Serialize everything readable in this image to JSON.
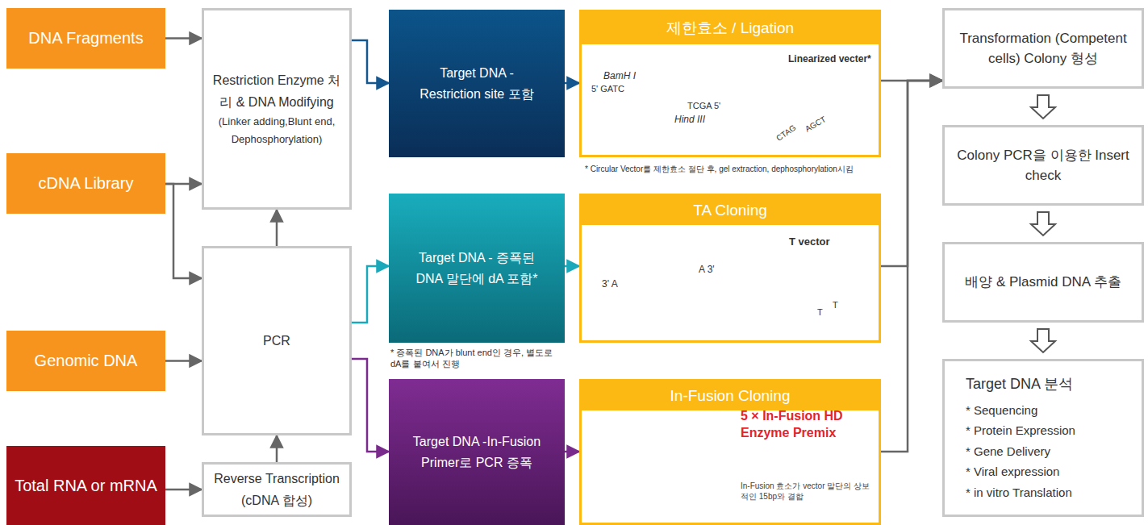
{
  "diagram": {
    "nodes": [
      {
        "text": [
          "DNA Fragments"
        ]
      },
      {
        "text": [
          "cDNA Library"
        ]
      },
      {
        "text": [
          "Genomic DNA"
        ]
      },
      {
        "text": [
          "Total RNA or mRNA"
        ]
      },
      {
        "text": [
          "Restriction Enzyme 처리 & DNA Modifying",
          "(Linker adding,Blunt end, Dephosphorylation)"
        ]
      },
      {
        "text": [
          "PCR"
        ]
      },
      {
        "text": [
          "Reverse Transcription (cDNA 합성)"
        ]
      },
      {
        "text": [
          "Target DNA -Restriction site 포함"
        ]
      },
      {
        "text": [
          "Target DNA - 증폭된 DNA 말단에 dA 포함*"
        ]
      },
      {
        "text": [
          "Target DNA -In-Fusion Primer로 PCR 증폭"
        ]
      },
      {
        "text": [
          "제한효소 / Ligation"
        ]
      },
      {
        "text": [
          "TA Cloning"
        ]
      },
      {
        "text": [
          "In-Fusion Cloning"
        ]
      },
      {
        "text": [
          "Transformation (Competent cells) Colony 형성"
        ]
      },
      {
        "text": [
          "Colony PCR을 이용한 Insert check"
        ]
      },
      {
        "text": [
          "배양 & Plasmid DNA 추출"
        ]
      },
      {
        "text": [
          "Target DNA 분석",
          "* Sequencing",
          "* Protein Expression",
          "* Gene Delivery",
          "* Viral expression",
          "* in vitro Translation"
        ]
      }
    ],
    "edges": [
      {
        "from": 0,
        "to": 4,
        "arrow": "to"
      },
      {
        "from": 1,
        "to": 4,
        "arrow": "to"
      },
      {
        "from": 1,
        "to": 5,
        "arrow": "to"
      },
      {
        "from": 2,
        "to": 5,
        "arrow": "to"
      },
      {
        "from": 3,
        "to": 6,
        "arrow": "to"
      },
      {
        "from": 6,
        "to": 5,
        "arrow": "to"
      },
      {
        "from": 5,
        "to": 4,
        "arrow": "to"
      },
      {
        "from": 4,
        "to": 7,
        "arrow": "to"
      },
      {
        "from": 5,
        "to": 8,
        "arrow": "to"
      },
      {
        "from": 5,
        "to": 9,
        "arrow": "to"
      },
      {
        "from": 7,
        "to": 10,
        "arrow": "to"
      },
      {
        "from": 8,
        "to": 11,
        "arrow": "to"
      },
      {
        "from": 9,
        "to": 12,
        "arrow": "to"
      },
      {
        "from": 10,
        "to": 13,
        "arrow": "to"
      },
      {
        "from": 11,
        "to": 13,
        "arrow": "to"
      },
      {
        "from": 12,
        "to": 13,
        "arrow": "to"
      },
      {
        "from": 13,
        "to": 14,
        "arrow": "to"
      },
      {
        "from": 14,
        "to": 15,
        "arrow": "to"
      },
      {
        "from": 15,
        "to": 16,
        "arrow": "to"
      }
    ],
    "labels": [
      "BamH I",
      "5' GATC",
      "TCGA 5'",
      "Hind III",
      "Linearized vecter*",
      "CTAG",
      "AGCT",
      "* Circular Vector를 제한효소 절단 후, gel extraction, dephosphorylation시킴",
      "A 3'",
      "3' A",
      "T vector",
      "T",
      "T",
      "* 증폭된 DNA가 blunt end인 경우, 별도로 dA를 붙여서 진행",
      "5 × In-Fusion HD Enzyme Premix",
      "In-Fusion 효소가 vector 말단의 상보적인 15bp와 결합"
    ]
  }
}
